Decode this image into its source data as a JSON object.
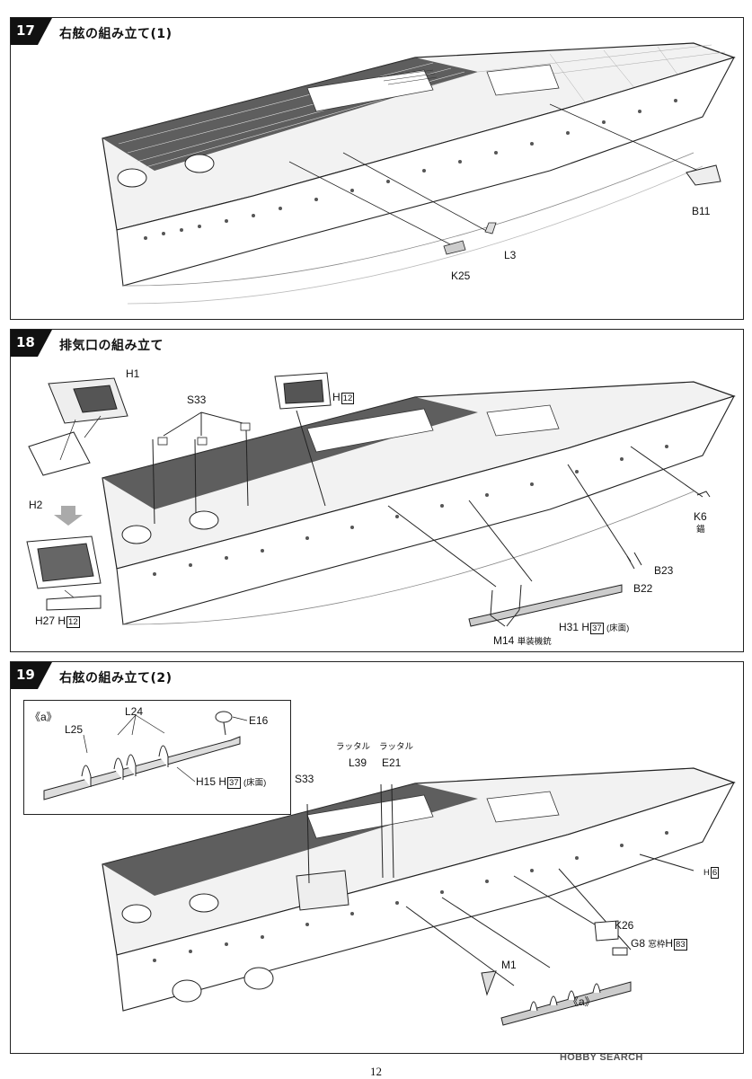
{
  "steps": [
    {
      "number": "17",
      "title": "右舷の組み立て(1)",
      "parts": {
        "b11": "B11",
        "l3": "L3",
        "k25": "K25"
      }
    },
    {
      "number": "18",
      "title": "排気口の組み立て",
      "parts": {
        "h1": "H1",
        "h2": "H2",
        "s33": "S33",
        "h12": "H",
        "h12box": "12",
        "h27": "H27",
        "h27h": "H",
        "h27box": "12",
        "k6": "K6",
        "k6note": "錨",
        "b23": "B23",
        "b22": "B22",
        "h31": "H31",
        "h31h": "H",
        "h31box": "37",
        "h31note": "(床面)",
        "m14": "M14",
        "m14note": "単装機銃"
      }
    },
    {
      "number": "19",
      "title": "右舷の組み立て(2)",
      "inset": {
        "tag": "《a》",
        "l25": "L25",
        "l24": "L24",
        "e16": "E16",
        "h15": "H15",
        "h15h": "H",
        "h15box": "37",
        "h15note": "(床面)"
      },
      "parts": {
        "s33": "S33",
        "ratal1": "ラッタル",
        "ratal2": "ラッタル",
        "l39": "L39",
        "e21": "E21",
        "h6": "H",
        "h6box": "6",
        "k26": "K26",
        "g8": "G8",
        "g8note": "窓枠",
        "g8h": "H",
        "g8box": "83",
        "m1": "M1",
        "tag": "《a》"
      }
    }
  ],
  "page_number": "12",
  "watermark": "HOBBY SEARCH"
}
